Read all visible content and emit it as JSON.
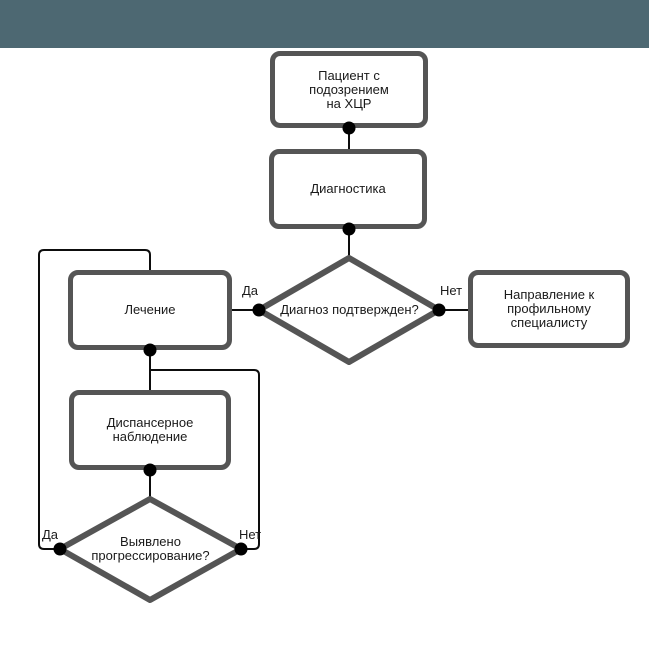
{
  "page": {
    "background": "#ffffff"
  },
  "flowchart": {
    "nodes": {
      "patient": {
        "label": "Пациент с\nподозрением\nна ХЦР"
      },
      "diagnostics": {
        "label": "Диагностика"
      },
      "diagnosis": {
        "label": "Диагноз подтвержден?"
      },
      "treatment": {
        "label": "Лечение"
      },
      "referral": {
        "label": "Направление к\nпрофильному\nспециалисту"
      },
      "observation": {
        "label": "Диспансерное\nнаблюдение"
      },
      "progression": {
        "label": "Выявлено\nпрогрессирование?"
      }
    },
    "edges": [
      {
        "from": "patient",
        "to": "diagnostics"
      },
      {
        "from": "diagnostics",
        "to": "diagnosis"
      },
      {
        "from": "diagnosis",
        "to": "treatment",
        "label": "Да"
      },
      {
        "from": "diagnosis",
        "to": "referral",
        "label": "Нет"
      },
      {
        "from": "treatment",
        "to": "observation"
      },
      {
        "from": "observation",
        "to": "progression"
      },
      {
        "from": "progression",
        "to": "treatment",
        "label": "Да"
      },
      {
        "from": "progression",
        "to": "observation",
        "label": "Нет"
      }
    ],
    "colors": {
      "header_bar": "#4d6872",
      "node_border": "#555555",
      "node_fill": "#ffffff",
      "edge_line": "#0d0d0d",
      "junction_dot": "#000000",
      "text": "#1a1a1a"
    }
  }
}
